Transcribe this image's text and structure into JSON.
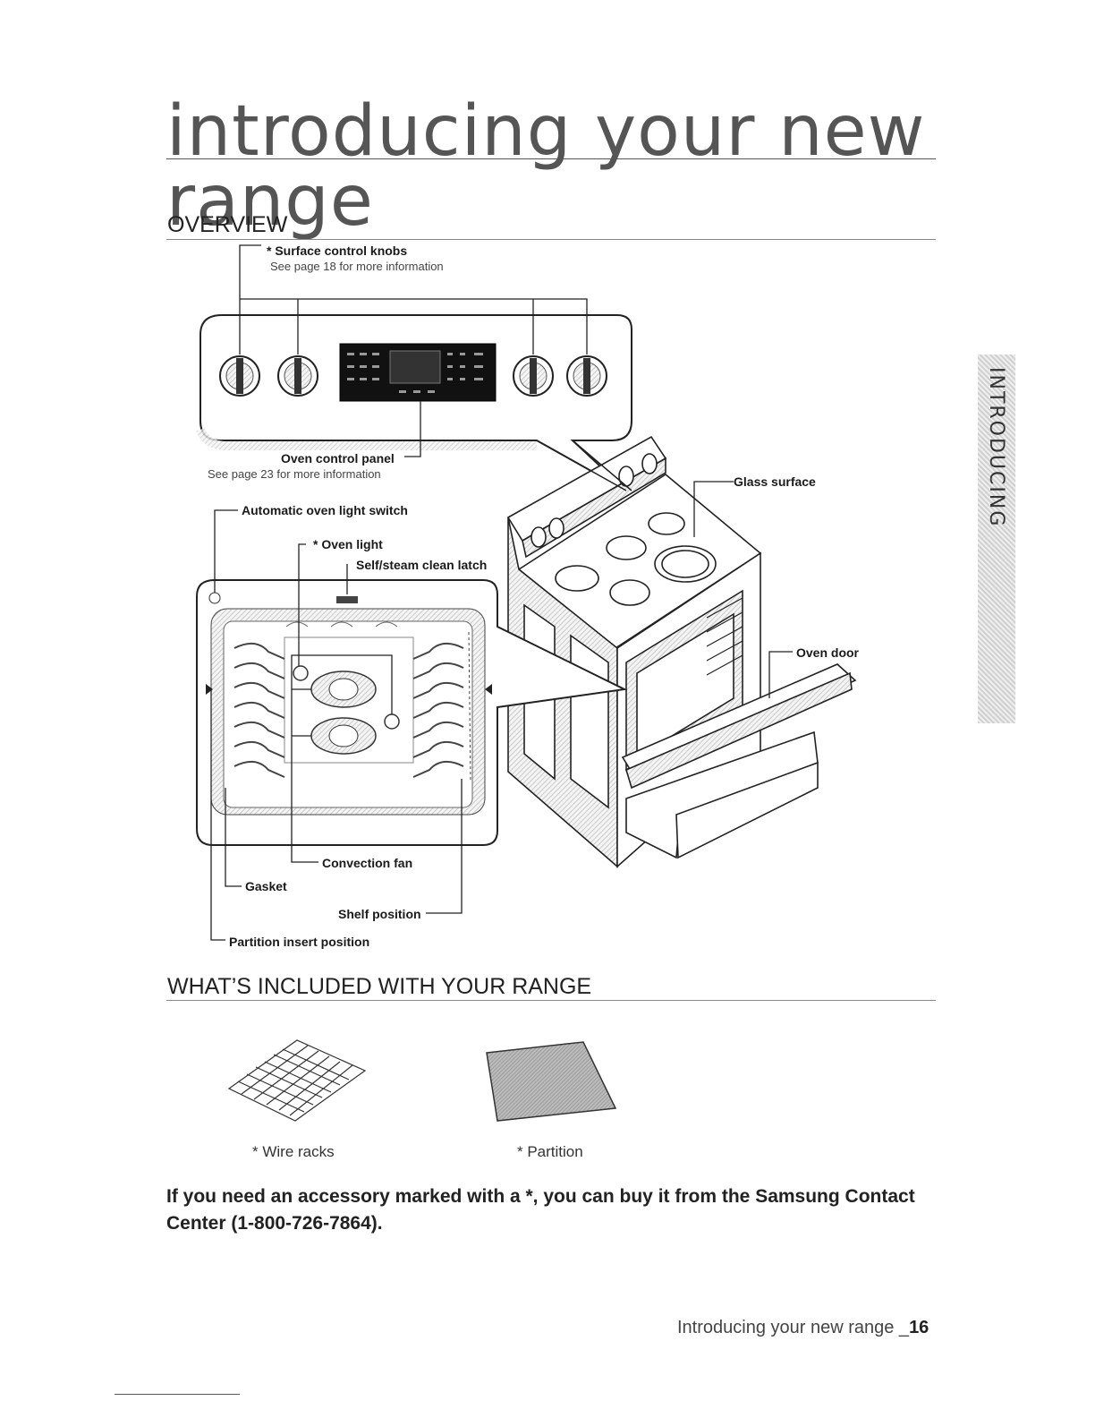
{
  "page": {
    "title": "introducing your new range",
    "side_tab": "INTRODUCING"
  },
  "overview": {
    "heading": "OVERVIEW",
    "labels": {
      "surface_knobs": "* Surface control knobs",
      "surface_knobs_sub": "See page 18 for more information",
      "oven_control_panel": "Oven control panel",
      "oven_control_panel_sub": "See page 23 for more information",
      "auto_light_switch": "Automatic oven light switch",
      "oven_light": "* Oven light",
      "clean_latch": "Self/steam clean latch",
      "glass_surface": "Glass surface",
      "oven_door": "Oven door",
      "convection_fan": "Convection fan",
      "gasket": "Gasket",
      "shelf_position": "Shelf position",
      "partition_insert": "Partition insert position"
    }
  },
  "included": {
    "heading": "WHAT’S INCLUDED WITH YOUR RANGE",
    "items": [
      {
        "caption": "* Wire racks"
      },
      {
        "caption": "* Partition"
      }
    ],
    "note": "If you need an accessory marked with a *, you can buy it from the Samsung Contact Center (1-800-726-7864)."
  },
  "footer": {
    "text": "Introducing your new range _",
    "page_number": "16"
  }
}
